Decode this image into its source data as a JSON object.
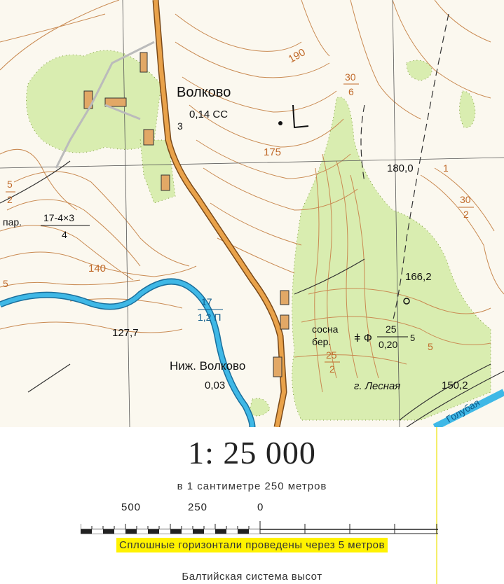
{
  "map_labels": {
    "village1": "Волково",
    "village1_info": "0,14 СС",
    "village1_num": "3",
    "village2": "Ниж. Волково",
    "village2_info": "0,03",
    "hill": "г. Лесная",
    "river": "Голубая",
    "par_label": "пар.",
    "par_num": "17-4×3",
    "par_den": "4",
    "forest_species": "сосна",
    "forest_species2": "бер.",
    "forest_num": "25",
    "forest_den": "0,20",
    "forest_extra": "5",
    "river_depth_num": "17",
    "river_depth_den": "1,2 П",
    "c190": "190",
    "c175": "175",
    "c140": "140",
    "e180": "180,0",
    "e166": "166,2",
    "e150": "150,2",
    "e127": "127,7",
    "f30_6_a": "30",
    "f30_6_b": "6",
    "f30_2_a": "30",
    "f30_2_b": "2",
    "f25_2_a": "25",
    "f25_2_b": "2",
    "f5_2_a": "5",
    "f5_2_b": "2",
    "m5": "5",
    "m1": "1",
    "m5b": "5",
    "handwritten": "L"
  },
  "legend": {
    "scale": "1: 25 000",
    "scale_text": "в 1 сантиметре 250 метров",
    "ticks": [
      "500",
      "250",
      "0"
    ],
    "contour_note": "Сплошные горизонтали проведены через 5 метров",
    "height_system": "Балтийская система высот"
  },
  "colors": {
    "forest": "#d9edb0",
    "contour": "#c98a52",
    "road": "#e9a24a",
    "river": "#3fb8e6",
    "highlight": "#fff200"
  }
}
